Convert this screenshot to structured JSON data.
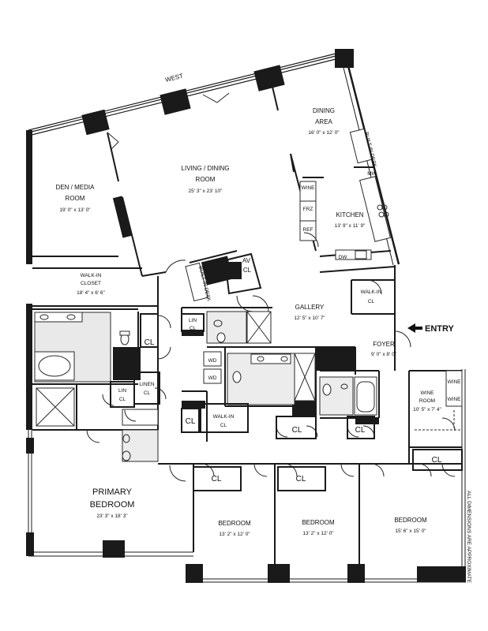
{
  "compass": "WEST",
  "entry": "ENTRY",
  "disclaimer": "ALL DIMENSIONS ARE APPROXIMATE",
  "rooms": {
    "dining": {
      "name1": "DINING",
      "name2": "AREA",
      "dims": "16' 0\" x 12' 0\""
    },
    "living": {
      "name1": "LIVING / DINING",
      "name2": "ROOM",
      "dims": "25' 3\" x 23' 10\""
    },
    "den": {
      "name1": "DEN / MEDIA",
      "name2": "ROOM",
      "dims": "19' 0\" x 13' 0\""
    },
    "kitchen": {
      "name": "KITCHEN",
      "dims": "13' 9\" x 11' 9\""
    },
    "walkin_closet": {
      "name1": "WALK-IN",
      "name2": "CLOSET",
      "dims": "18' 4\" x 6' 6\""
    },
    "gallery": {
      "name": "GALLERY",
      "dims": "12' 5\" x 10' 7\""
    },
    "foyer": {
      "name": "FOYER",
      "dims": "9' 0\" x 8' 0\""
    },
    "wine_room": {
      "name1": "WINE",
      "name2": "ROOM",
      "dims": "10' 5\" x 7' 4\""
    },
    "primary": {
      "name1": "PRIMARY",
      "name2": "BEDROOM",
      "dims": "23' 3\" x 18' 3\""
    },
    "bedroom2": {
      "name": "BEDROOM",
      "dims": "13' 2\" x 12' 0\""
    },
    "bedroom3": {
      "name": "BEDROOM",
      "dims": "13' 2\" x 12' 0\""
    },
    "bedroom4": {
      "name": "BEDROOM",
      "dims": "15' 6\" x 15' 0\""
    }
  },
  "fixtures": {
    "built_in_desk": "BUILT-IN DESK",
    "wine": "WINE",
    "frz": "FRZ",
    "ref": "REF",
    "mw": "MW",
    "dw": "DW",
    "wd": "WD"
  },
  "closets": {
    "cl": "CL",
    "lin": "LIN",
    "linen": "LINEN",
    "av": "AV",
    "walk_in": "WALK-IN"
  }
}
